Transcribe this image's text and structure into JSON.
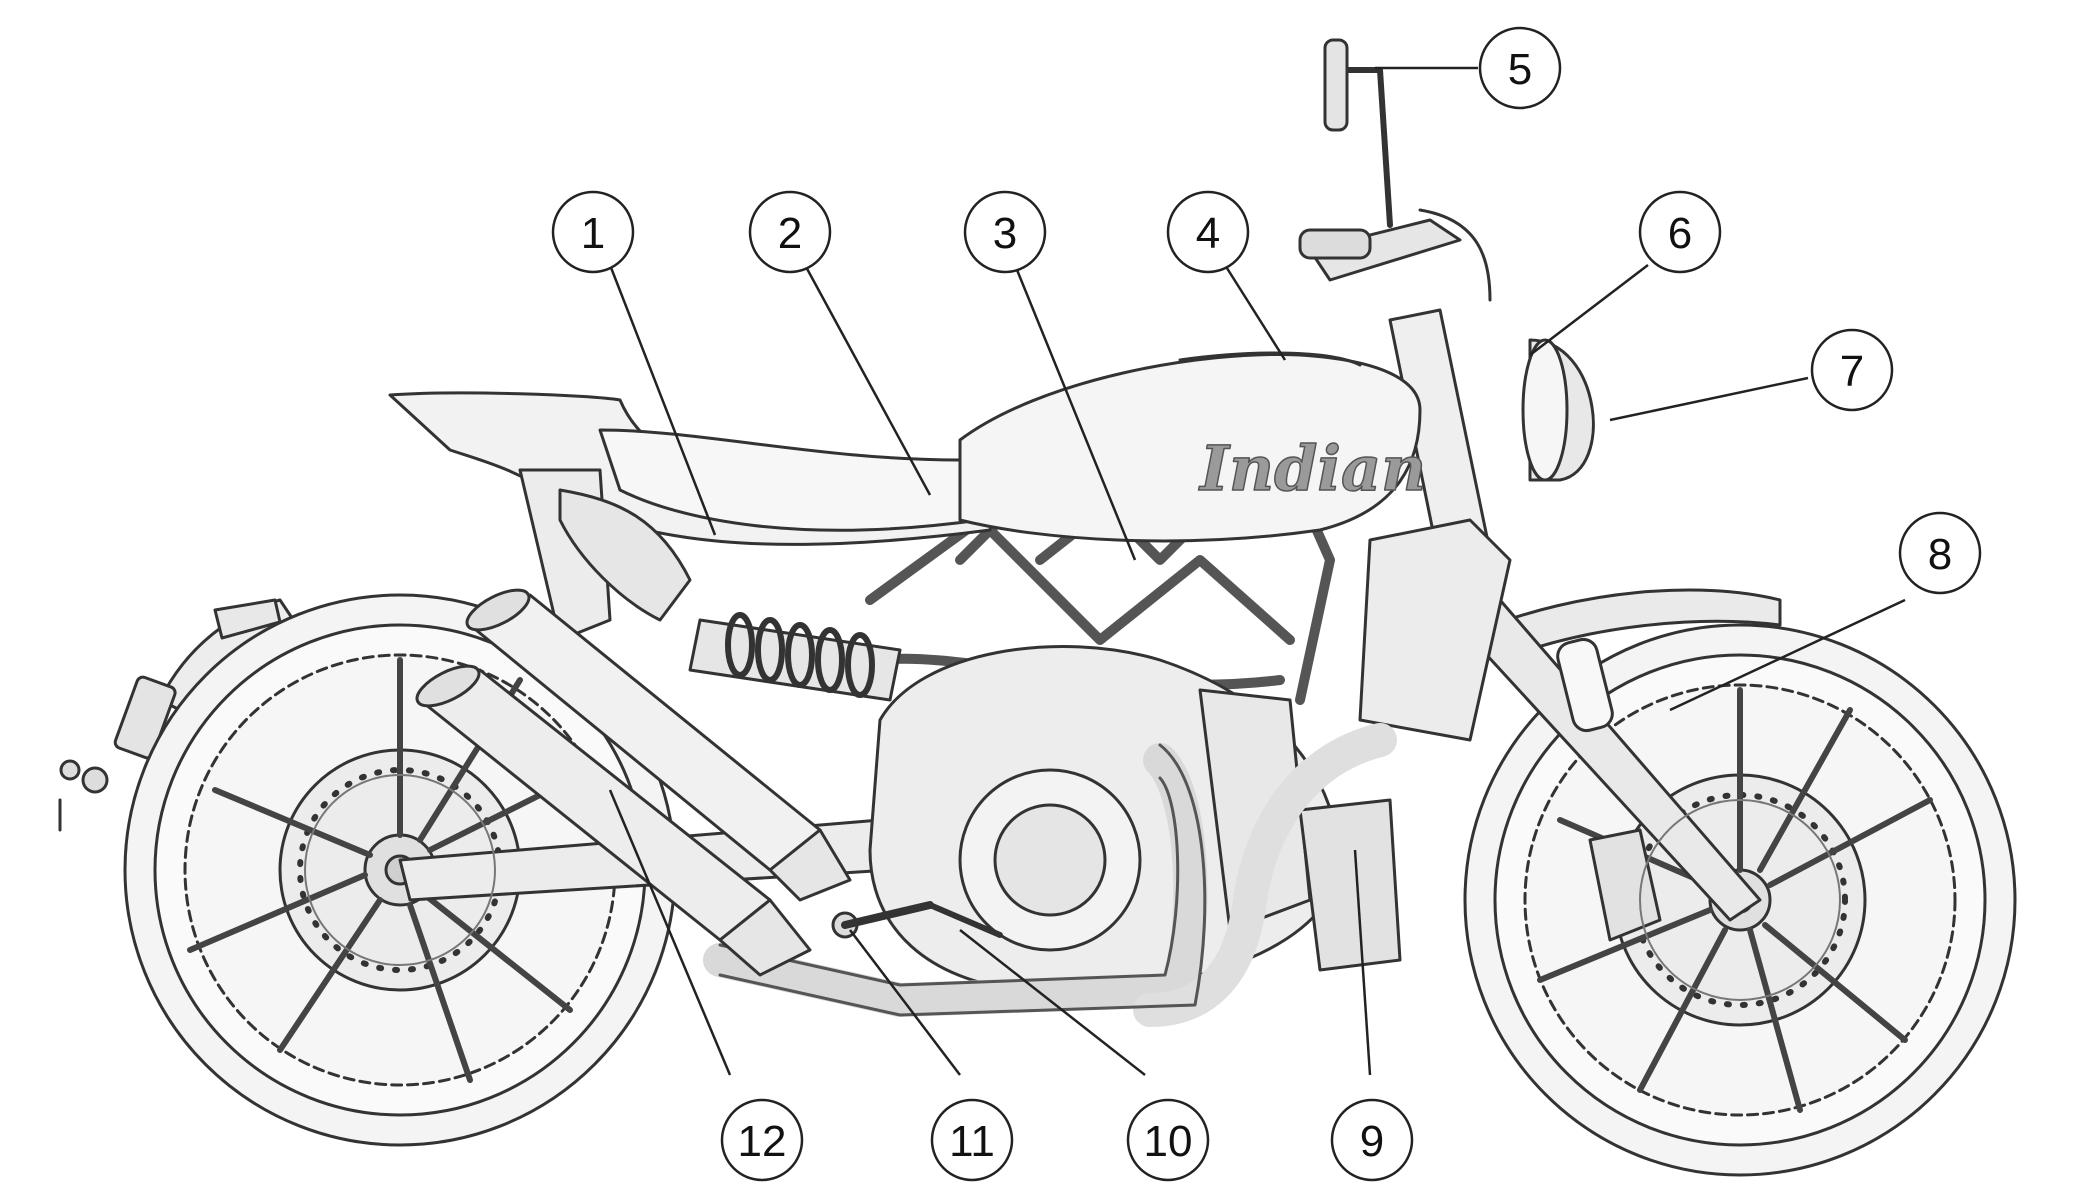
{
  "diagram": {
    "brand_mark": "Indian",
    "callouts": [
      {
        "label": "1"
      },
      {
        "label": "2"
      },
      {
        "label": "3"
      },
      {
        "label": "4"
      },
      {
        "label": "5"
      },
      {
        "label": "6"
      },
      {
        "label": "7"
      },
      {
        "label": "8"
      },
      {
        "label": "9"
      },
      {
        "label": "10"
      },
      {
        "label": "11"
      },
      {
        "label": "12"
      }
    ],
    "colors": {
      "line": "#333333",
      "fill_light": "#f2f2f2",
      "fill_mid": "#e4e4e4",
      "callout_fill": "#ffffff"
    }
  }
}
